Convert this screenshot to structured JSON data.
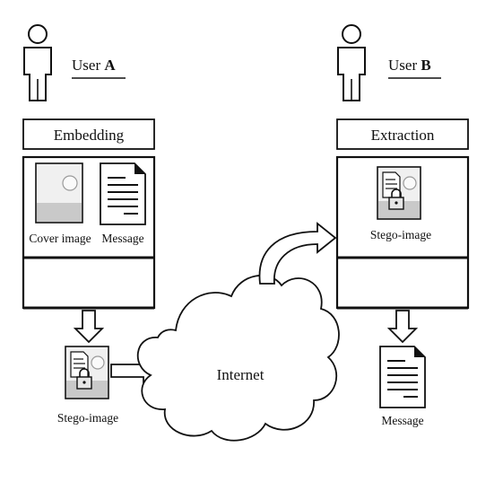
{
  "user_a": {
    "prefix": "User ",
    "letter": "A"
  },
  "user_b": {
    "prefix": "User ",
    "letter": "B"
  },
  "embedding": {
    "title": "Embedding",
    "cover_label": "Cover image",
    "message_label": "Message"
  },
  "sender_output": {
    "label": "Stego-image"
  },
  "network": {
    "label": "Internet"
  },
  "extraction": {
    "title": "Extraction",
    "stego_label": "Stego-image"
  },
  "receiver_output": {
    "label": "Message"
  },
  "colors": {
    "stroke": "#111111",
    "image_ground": "#c9c9c9",
    "image_sky": "#f0f0f0"
  }
}
